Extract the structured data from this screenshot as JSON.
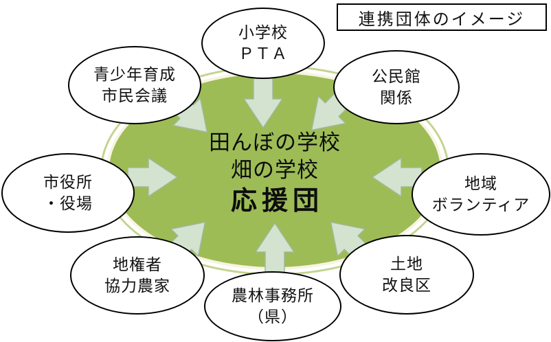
{
  "legend": {
    "title": "連携団体のイメージ"
  },
  "center": {
    "line1": "田んぼの学校",
    "line2": "畑の学校",
    "line3": "応援団"
  },
  "groups": {
    "top": {
      "name": "elementary-school-pta",
      "line1": "小学校",
      "line2": "ＰＴＡ"
    },
    "top_left": {
      "name": "youth-development-council",
      "line1": "青少年育成",
      "line2": "市民会議"
    },
    "top_right": {
      "name": "community-center",
      "line1": "公民館",
      "line2": "関係"
    },
    "left": {
      "name": "city-hall-town-hall",
      "line1": "市役所",
      "line2": "・役場"
    },
    "right": {
      "name": "local-volunteers",
      "line1": "地域",
      "line2": "ボランティア"
    },
    "bottom_left": {
      "name": "landowners-cooperating-farms",
      "line1": "地権者",
      "line2": "協力農家"
    },
    "bottom": {
      "name": "agriculture-forestry-office",
      "line1": "農林事務所",
      "line2": "（県）"
    },
    "bottom_right": {
      "name": "land-improvement-district",
      "line1": "土地",
      "line2": "改良区"
    }
  },
  "diagram": {
    "type": "hub-and-spoke",
    "arrow_direction": "inward-to-center",
    "arrow_count": 8,
    "colors": {
      "center_fill": "#9dbc56",
      "center_inner_border": "#f8f4df",
      "center_outer_ring": "#c3d48f",
      "arrow_fill": "#d3e3cf",
      "arrow_stroke": "#a2b89a",
      "node_fill": "#ffffff",
      "node_border": "#000000"
    }
  }
}
